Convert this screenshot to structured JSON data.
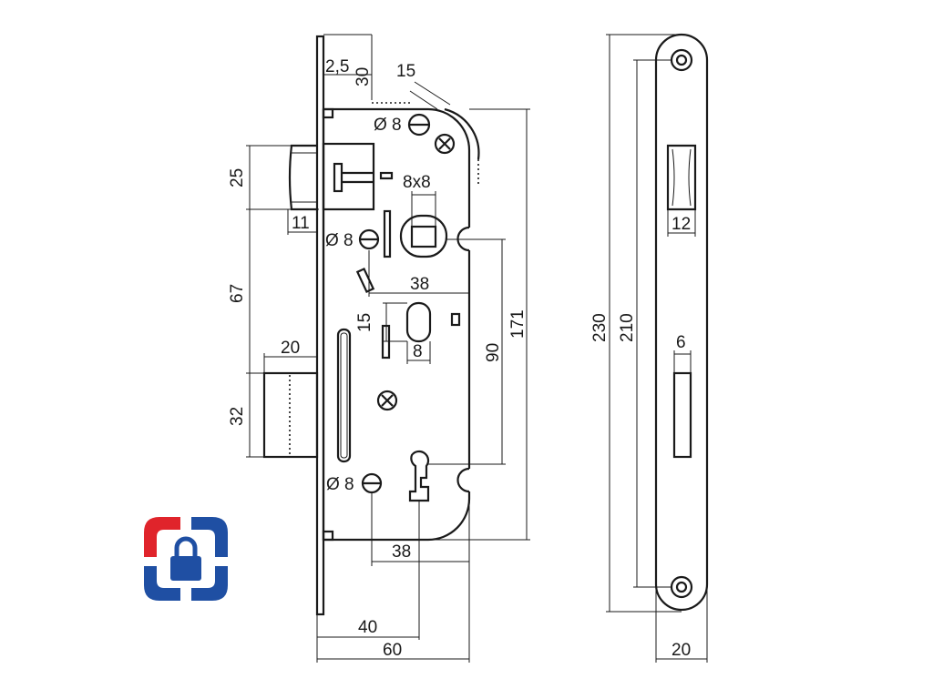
{
  "labels": {
    "d2_5": "2,5",
    "d30": "30",
    "d15_top": "15",
    "d8_top": "Ø 8",
    "d8x8": "8x8",
    "d25": "25",
    "d11": "11",
    "d8_mid": "Ø 8",
    "d67": "67",
    "d38_top": "38",
    "d15_mid": "15",
    "d8_slot": "8",
    "d20_left": "20",
    "d90": "90",
    "d171": "171",
    "d32": "32",
    "d8_bot": "Ø 8",
    "d38_bot": "38",
    "d40": "40",
    "d60": "60",
    "d12": "12",
    "d230": "230",
    "d210": "210",
    "d6": "6",
    "d20_right": "20"
  },
  "logo": {
    "colors": {
      "red": "#e0242b",
      "blue": "#1f4fa3"
    },
    "icon": "padlock-icon"
  }
}
